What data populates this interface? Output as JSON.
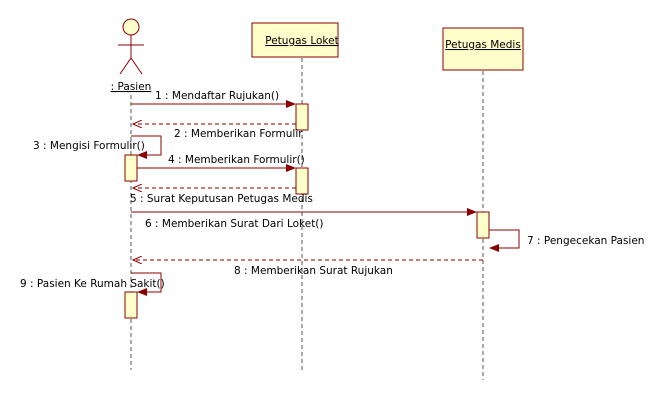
{
  "colors": {
    "line": "#8b0000",
    "box_fill": "#ffffcc",
    "box_stroke": "#8b0000",
    "lifeline": "#555555",
    "return": "#8b0000"
  },
  "actor": {
    "label": ": Pasien",
    "icon": "stick-figure-actor-icon"
  },
  "participants": [
    {
      "label": "Petugas Loket"
    },
    {
      "label": "Petugas Medis"
    }
  ],
  "messages": [
    {
      "num": "1",
      "text": "1 : Mendaftar Rujukan()",
      "kind": "call"
    },
    {
      "num": "2",
      "text": "2 : Memberikan Formulir",
      "kind": "return"
    },
    {
      "num": "3",
      "text": "3 : Mengisi Formulir()",
      "kind": "self"
    },
    {
      "num": "4",
      "text": "4 : Memberikan Formulir()",
      "kind": "call"
    },
    {
      "num": "5",
      "text": "5 : Surat Keputusan Petugas Medis",
      "kind": "return"
    },
    {
      "num": "6",
      "text": "6 : Memberikan Surat Dari Loket()",
      "kind": "call"
    },
    {
      "num": "7",
      "text": "7 : Pengecekan Pasien",
      "kind": "self"
    },
    {
      "num": "8",
      "text": "8 : Memberikan Surat Rujukan",
      "kind": "return"
    },
    {
      "num": "9",
      "text": "9 : Pasien Ke Rumah Sakit()",
      "kind": "self"
    }
  ]
}
